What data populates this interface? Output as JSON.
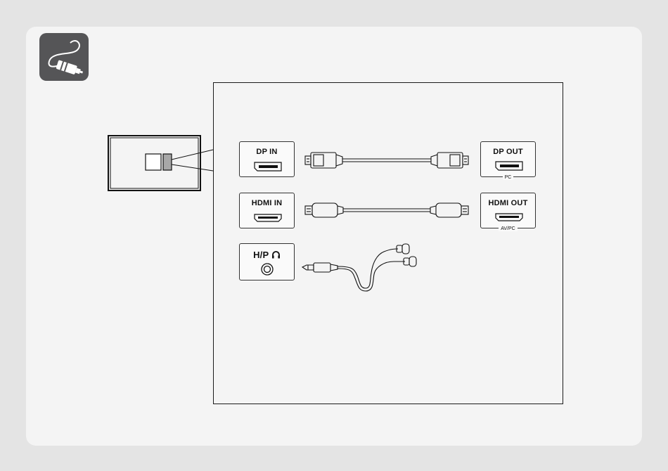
{
  "ports": {
    "dp_in": "DP IN",
    "dp_out": "DP OUT",
    "dp_out_sub": "PC",
    "hdmi_in": "HDMI IN",
    "hdmi_out": "HDMI OUT",
    "hdmi_out_sub": "AV/PC",
    "headphone": "H/P"
  },
  "icons": {
    "badge": "cable-icon",
    "headphone": "headphone-icon"
  },
  "colors": {
    "background": "#e4e4e4",
    "card": "#f4f4f4",
    "badge": "#555557",
    "line": "#1a1a1a",
    "highlight": "#a8a8a8"
  }
}
